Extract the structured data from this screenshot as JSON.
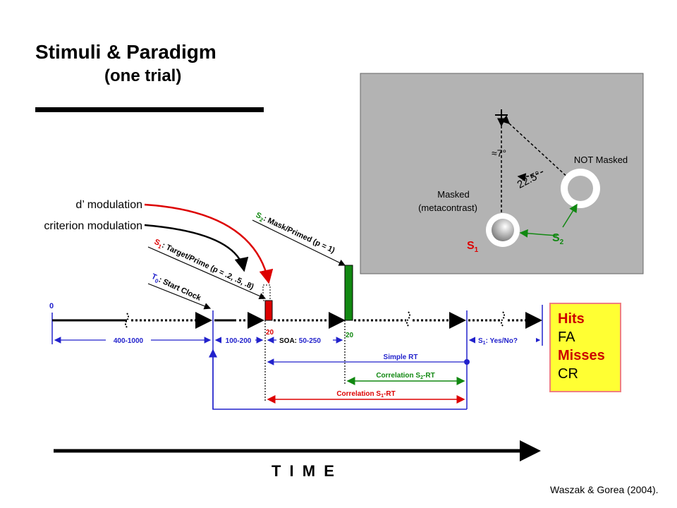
{
  "title": "Stimuli & Paradigm",
  "subtitle": "(one trial)",
  "modulation": {
    "dprime": "d’ modulation",
    "criterion": "criterion modulation"
  },
  "stimulus_panel": {
    "masked_line1": "Masked",
    "masked_line2": "(metacontrast)",
    "not_masked": "NOT Masked",
    "angle_small": "≈7°",
    "angle_large": "22.5°",
    "s1": "S",
    "s1_sub": "1",
    "s2": "S",
    "s2_sub": "2",
    "background_color": "#b3b3b3"
  },
  "timeline": {
    "zero": "0",
    "t0_label": ": Start Clock",
    "t0_prefix": "T",
    "t0_sub": "0",
    "s1_prefix": "S",
    "s1_sub": "1",
    "s1_label": ": Target/Prime (p = .2, .5, .8)",
    "s2_prefix": "S",
    "s2_sub": "2",
    "s2_label": ": Mask/Primed (p = 1)",
    "dur_first": "400-1000",
    "dur_second": "100-200",
    "soa_prefix": "SOA:",
    "soa_value": "50-250",
    "s1_duration": "20",
    "s2_duration": "20",
    "response_prefix": "S",
    "response_sub": "1",
    "response_label": ": Yes/No?",
    "simple_rt": "Simple RT",
    "corr_s2": "Correlation S",
    "corr_s2_sub": "2",
    "corr_s2_suffix": "-RT",
    "corr_s1": "Correlation S",
    "corr_s1_sub": "1",
    "corr_s1_suffix": "-RT",
    "blue": "#2222cc",
    "red": "#dd0000",
    "green": "#118811"
  },
  "legend": {
    "hits": "Hits",
    "fa": "FA",
    "misses": "Misses",
    "cr": "CR"
  },
  "time_label": "T I M E",
  "citation": "Waszak & Gorea (2004)."
}
